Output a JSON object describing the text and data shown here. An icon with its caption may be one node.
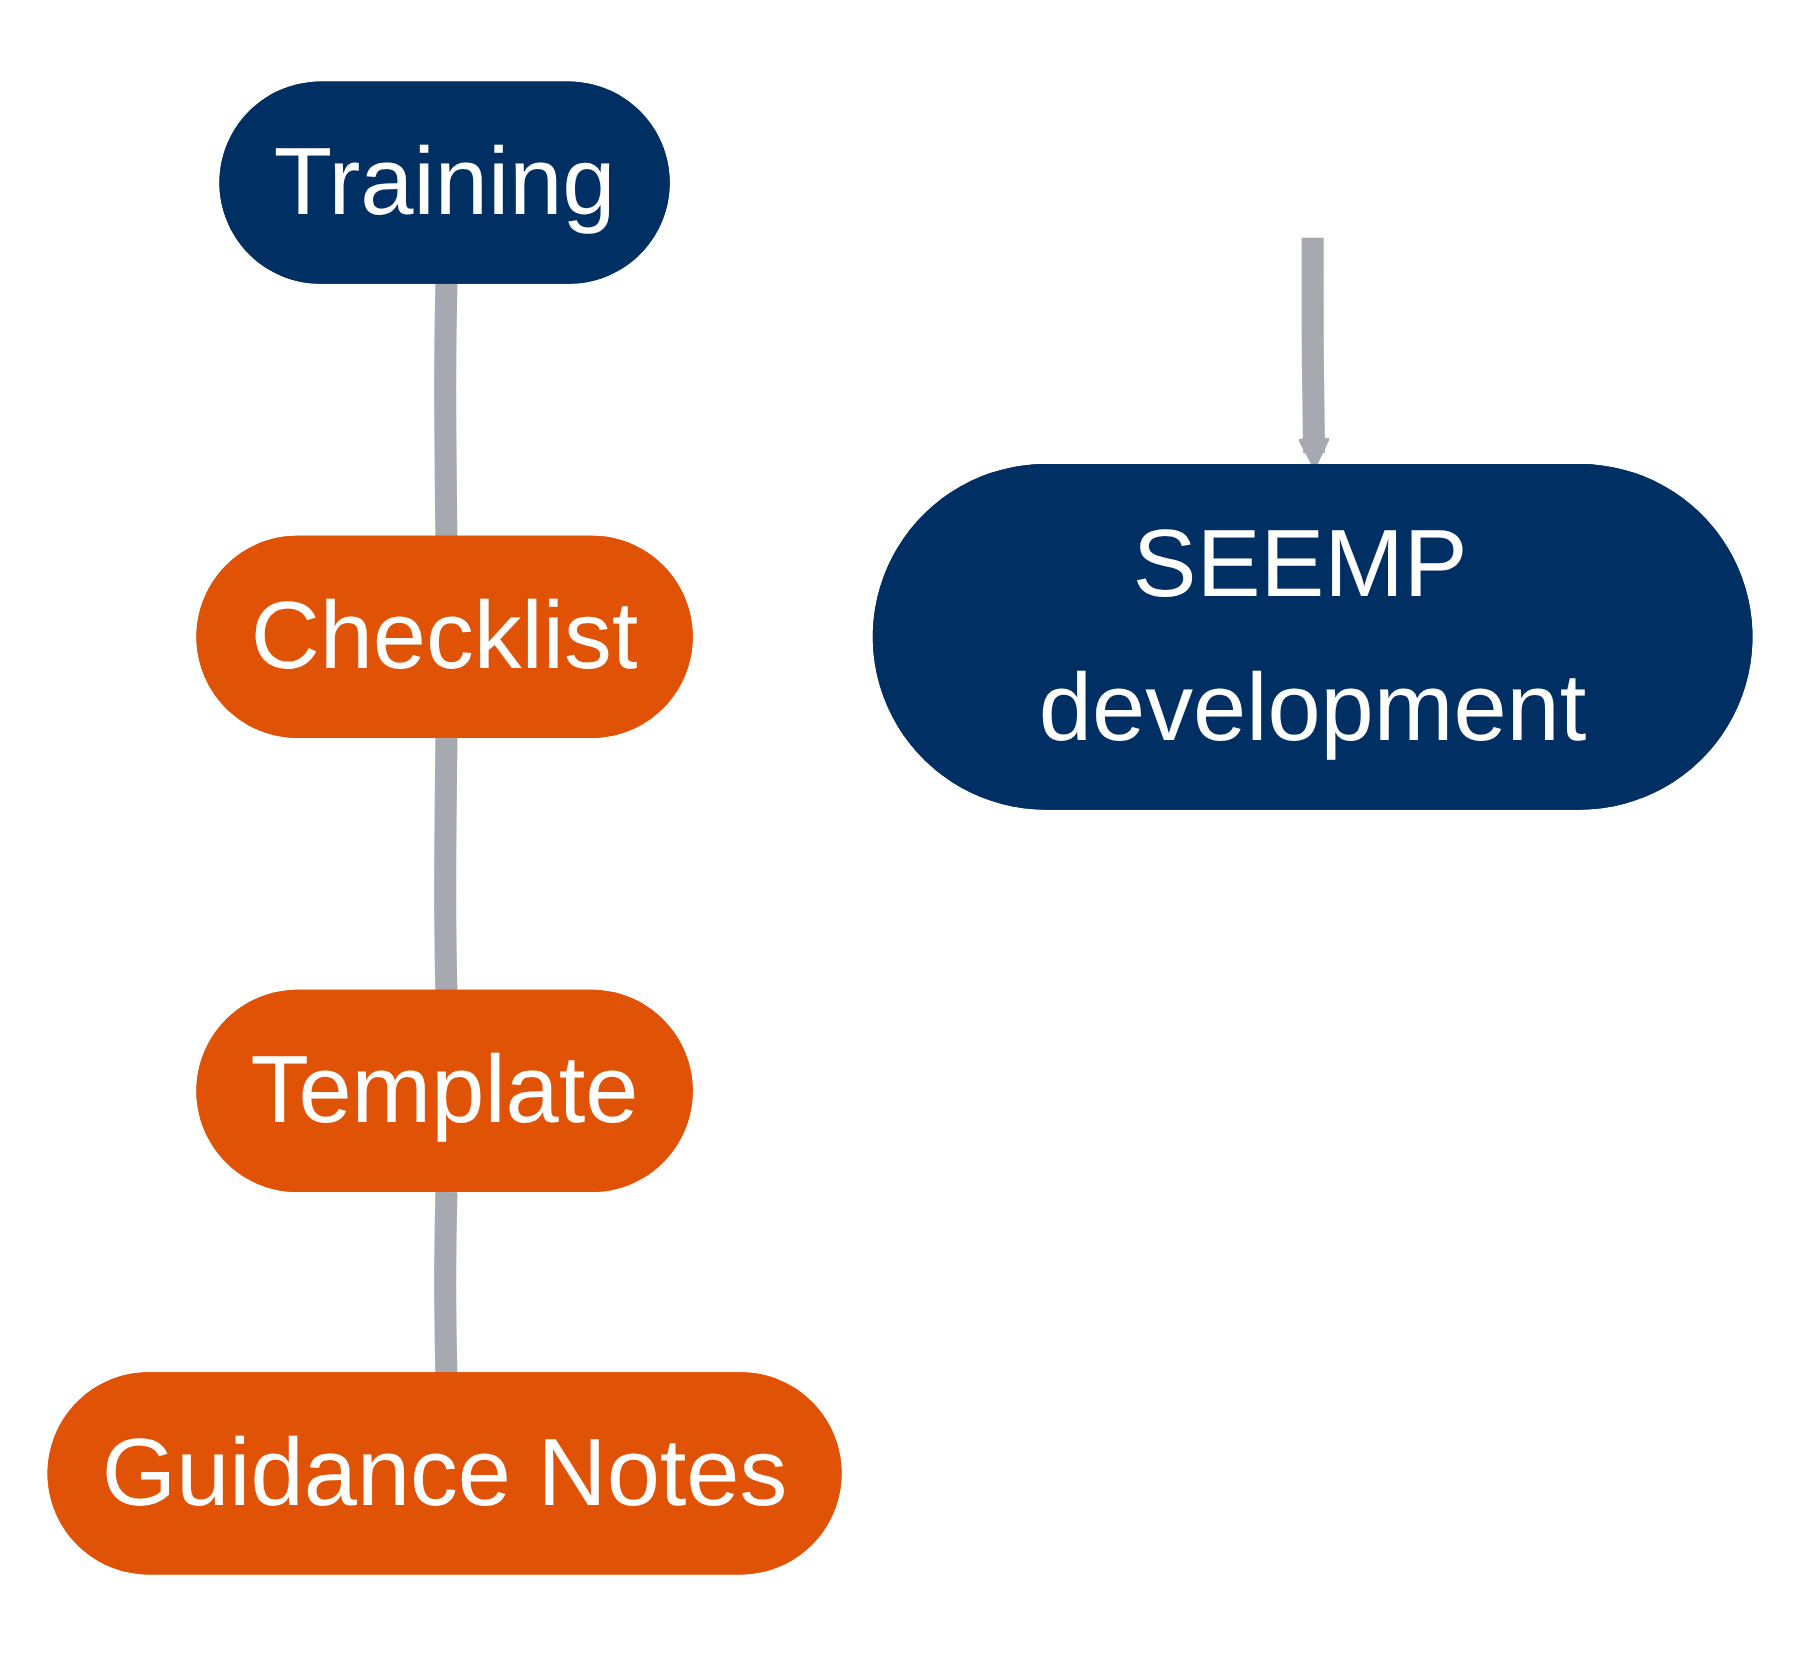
{
  "diagram": {
    "nodes": [
      {
        "text": [
          "Training"
        ]
      },
      {
        "text": [
          "Checklist"
        ]
      },
      {
        "text": [
          "Template"
        ]
      },
      {
        "text": [
          "Guidance Notes"
        ]
      },
      {
        "text": [
          "SEEMP development"
        ]
      }
    ],
    "edges": [
      {
        "from": 0,
        "to": 1,
        "arrow": "none"
      },
      {
        "from": 1,
        "to": 2,
        "arrow": "none"
      },
      {
        "from": 2,
        "to": 3,
        "arrow": "none"
      },
      {
        "from": null,
        "to": 4,
        "arrow": "to"
      }
    ]
  }
}
